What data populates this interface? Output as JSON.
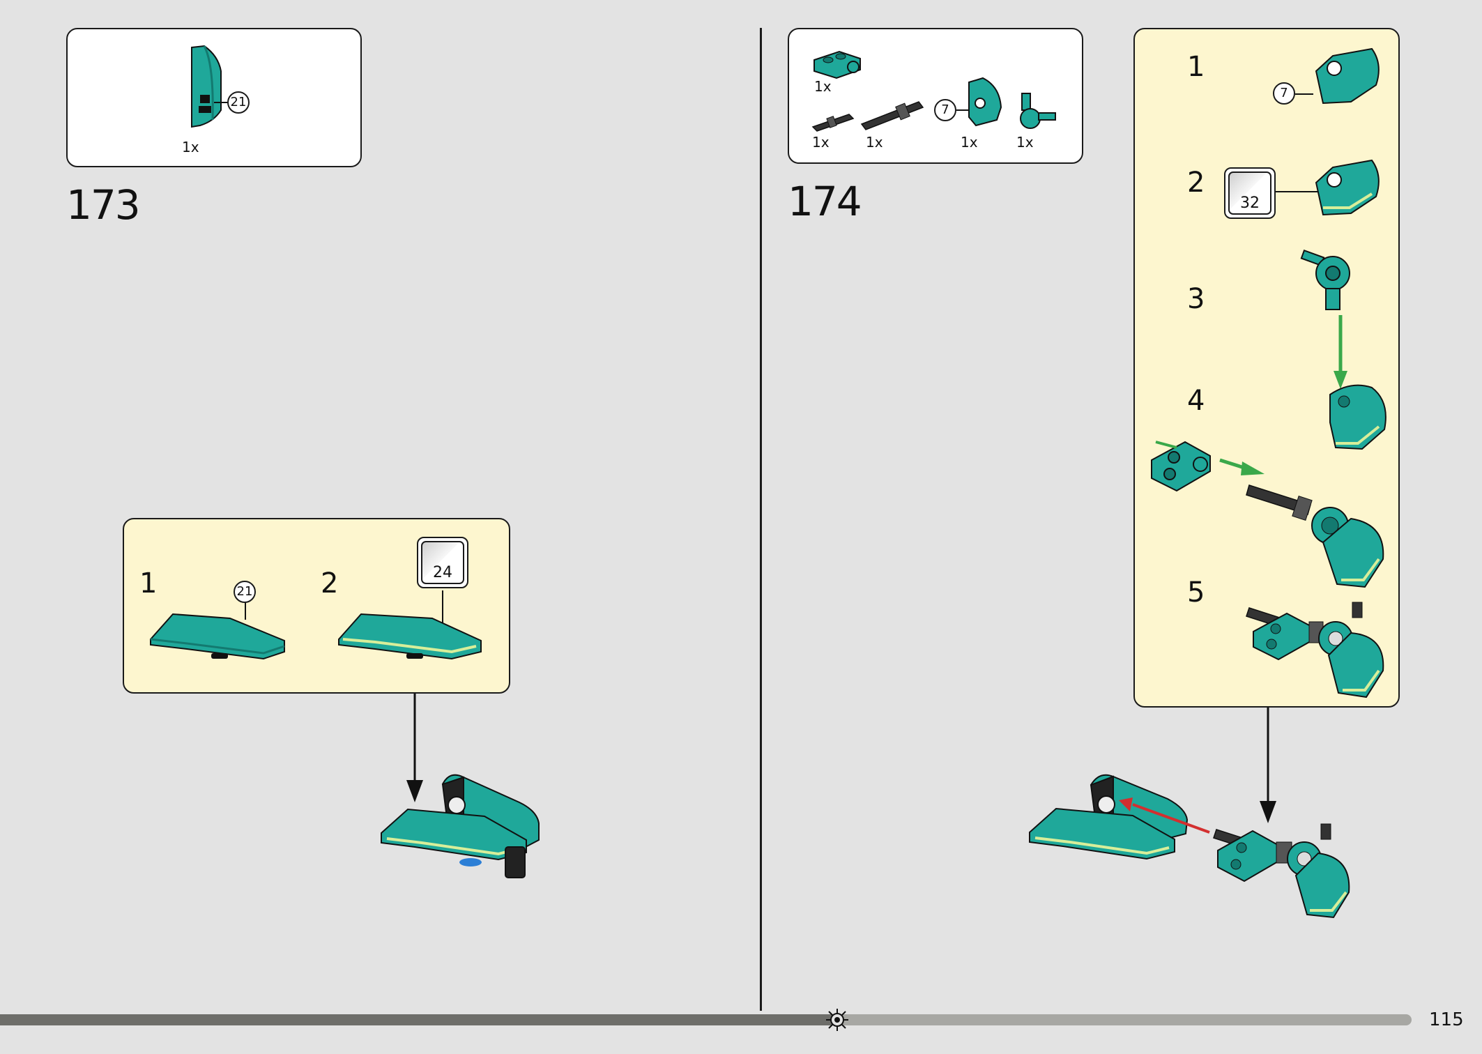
{
  "page": {
    "number": "115"
  },
  "steps": [
    {
      "number": "173",
      "parts": [
        {
          "qty": "1x",
          "callout": "21",
          "color": "#1fa89a"
        }
      ],
      "callout": {
        "substeps": [
          {
            "number": "1",
            "callout": "21"
          },
          {
            "number": "2",
            "sticker": "24"
          }
        ]
      }
    },
    {
      "number": "174",
      "parts": [
        {
          "qty": "1x",
          "name": "teal plate with pin hole"
        },
        {
          "qty": "1x",
          "name": "black short axle pin"
        },
        {
          "qty": "1x",
          "name": "black long axle pin"
        },
        {
          "qty": "1x",
          "callout": "7",
          "name": "teal curved panel"
        },
        {
          "qty": "1x",
          "name": "teal axle connector"
        }
      ],
      "callout": {
        "substeps": [
          {
            "number": "1",
            "callout": "7"
          },
          {
            "number": "2",
            "sticker": "32"
          },
          {
            "number": "3"
          },
          {
            "number": "4"
          },
          {
            "number": "5"
          }
        ]
      }
    }
  ],
  "colors": {
    "teal": "#1fa89a",
    "teal_dark": "#137a70",
    "callout_bg": "#fdf6cf",
    "page_bg": "#e3e3e3",
    "arrow_green": "#3aa84a",
    "arrow_red": "#d32f2f"
  },
  "icons": [
    "sun-gear-icon"
  ]
}
